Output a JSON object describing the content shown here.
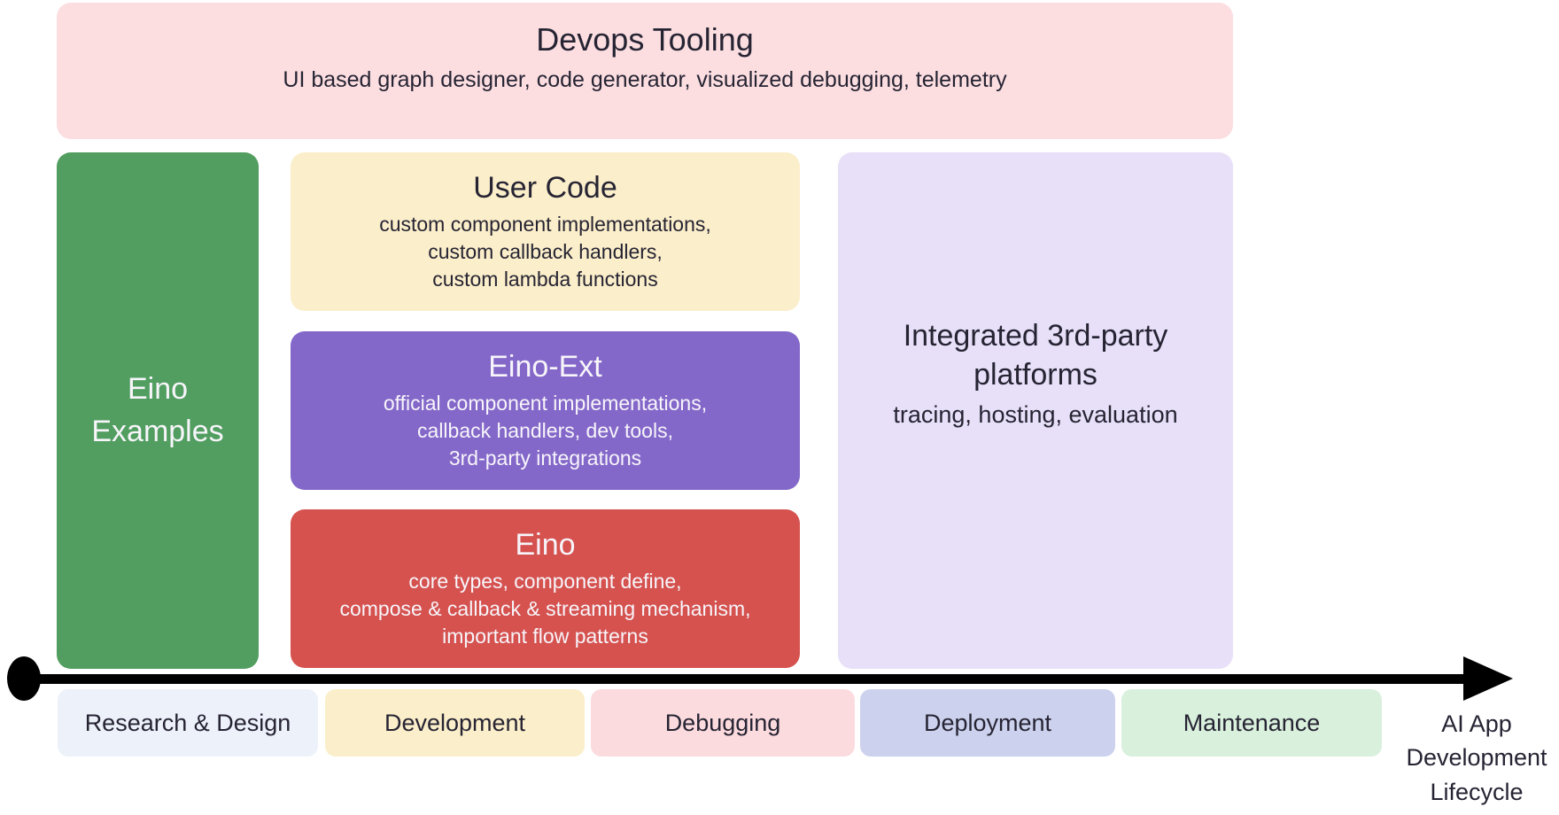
{
  "devops": {
    "title": "Devops Tooling",
    "subtitle": "UI based graph designer, code generator, visualized debugging, telemetry",
    "color": "#fcdee1"
  },
  "examples": {
    "title": "Eino Examples",
    "color": "#519e60"
  },
  "stack": [
    {
      "title": "User Code",
      "lines": [
        "custom component implementations,",
        "custom callback handlers,",
        "custom lambda functions"
      ],
      "color": "#fbeeca"
    },
    {
      "title": "Eino-Ext",
      "lines": [
        "official component implementations,",
        "callback handlers, dev tools,",
        "3rd-party integrations"
      ],
      "color": "#8468c9"
    },
    {
      "title": "Eino",
      "lines": [
        "core types, component define,",
        "compose & callback & streaming mechanism,",
        "important flow patterns"
      ],
      "color": "#d5524f"
    }
  ],
  "platforms": {
    "title": "Integrated 3rd-party platforms",
    "subtitle": "tracing, hosting, evaluation",
    "color": "#e7e0f8"
  },
  "timeline": {
    "arrow_color": "#000000",
    "stages": [
      {
        "label": "Research & Design",
        "color": "#edf1fa"
      },
      {
        "label": "Development",
        "color": "#fbeeca"
      },
      {
        "label": "Debugging",
        "color": "#fcdbde"
      },
      {
        "label": "Deployment",
        "color": "#ccd2ed"
      },
      {
        "label": "Maintenance",
        "color": "#d9f0dd"
      }
    ],
    "axis_label": "AI App Development Lifecycle"
  }
}
